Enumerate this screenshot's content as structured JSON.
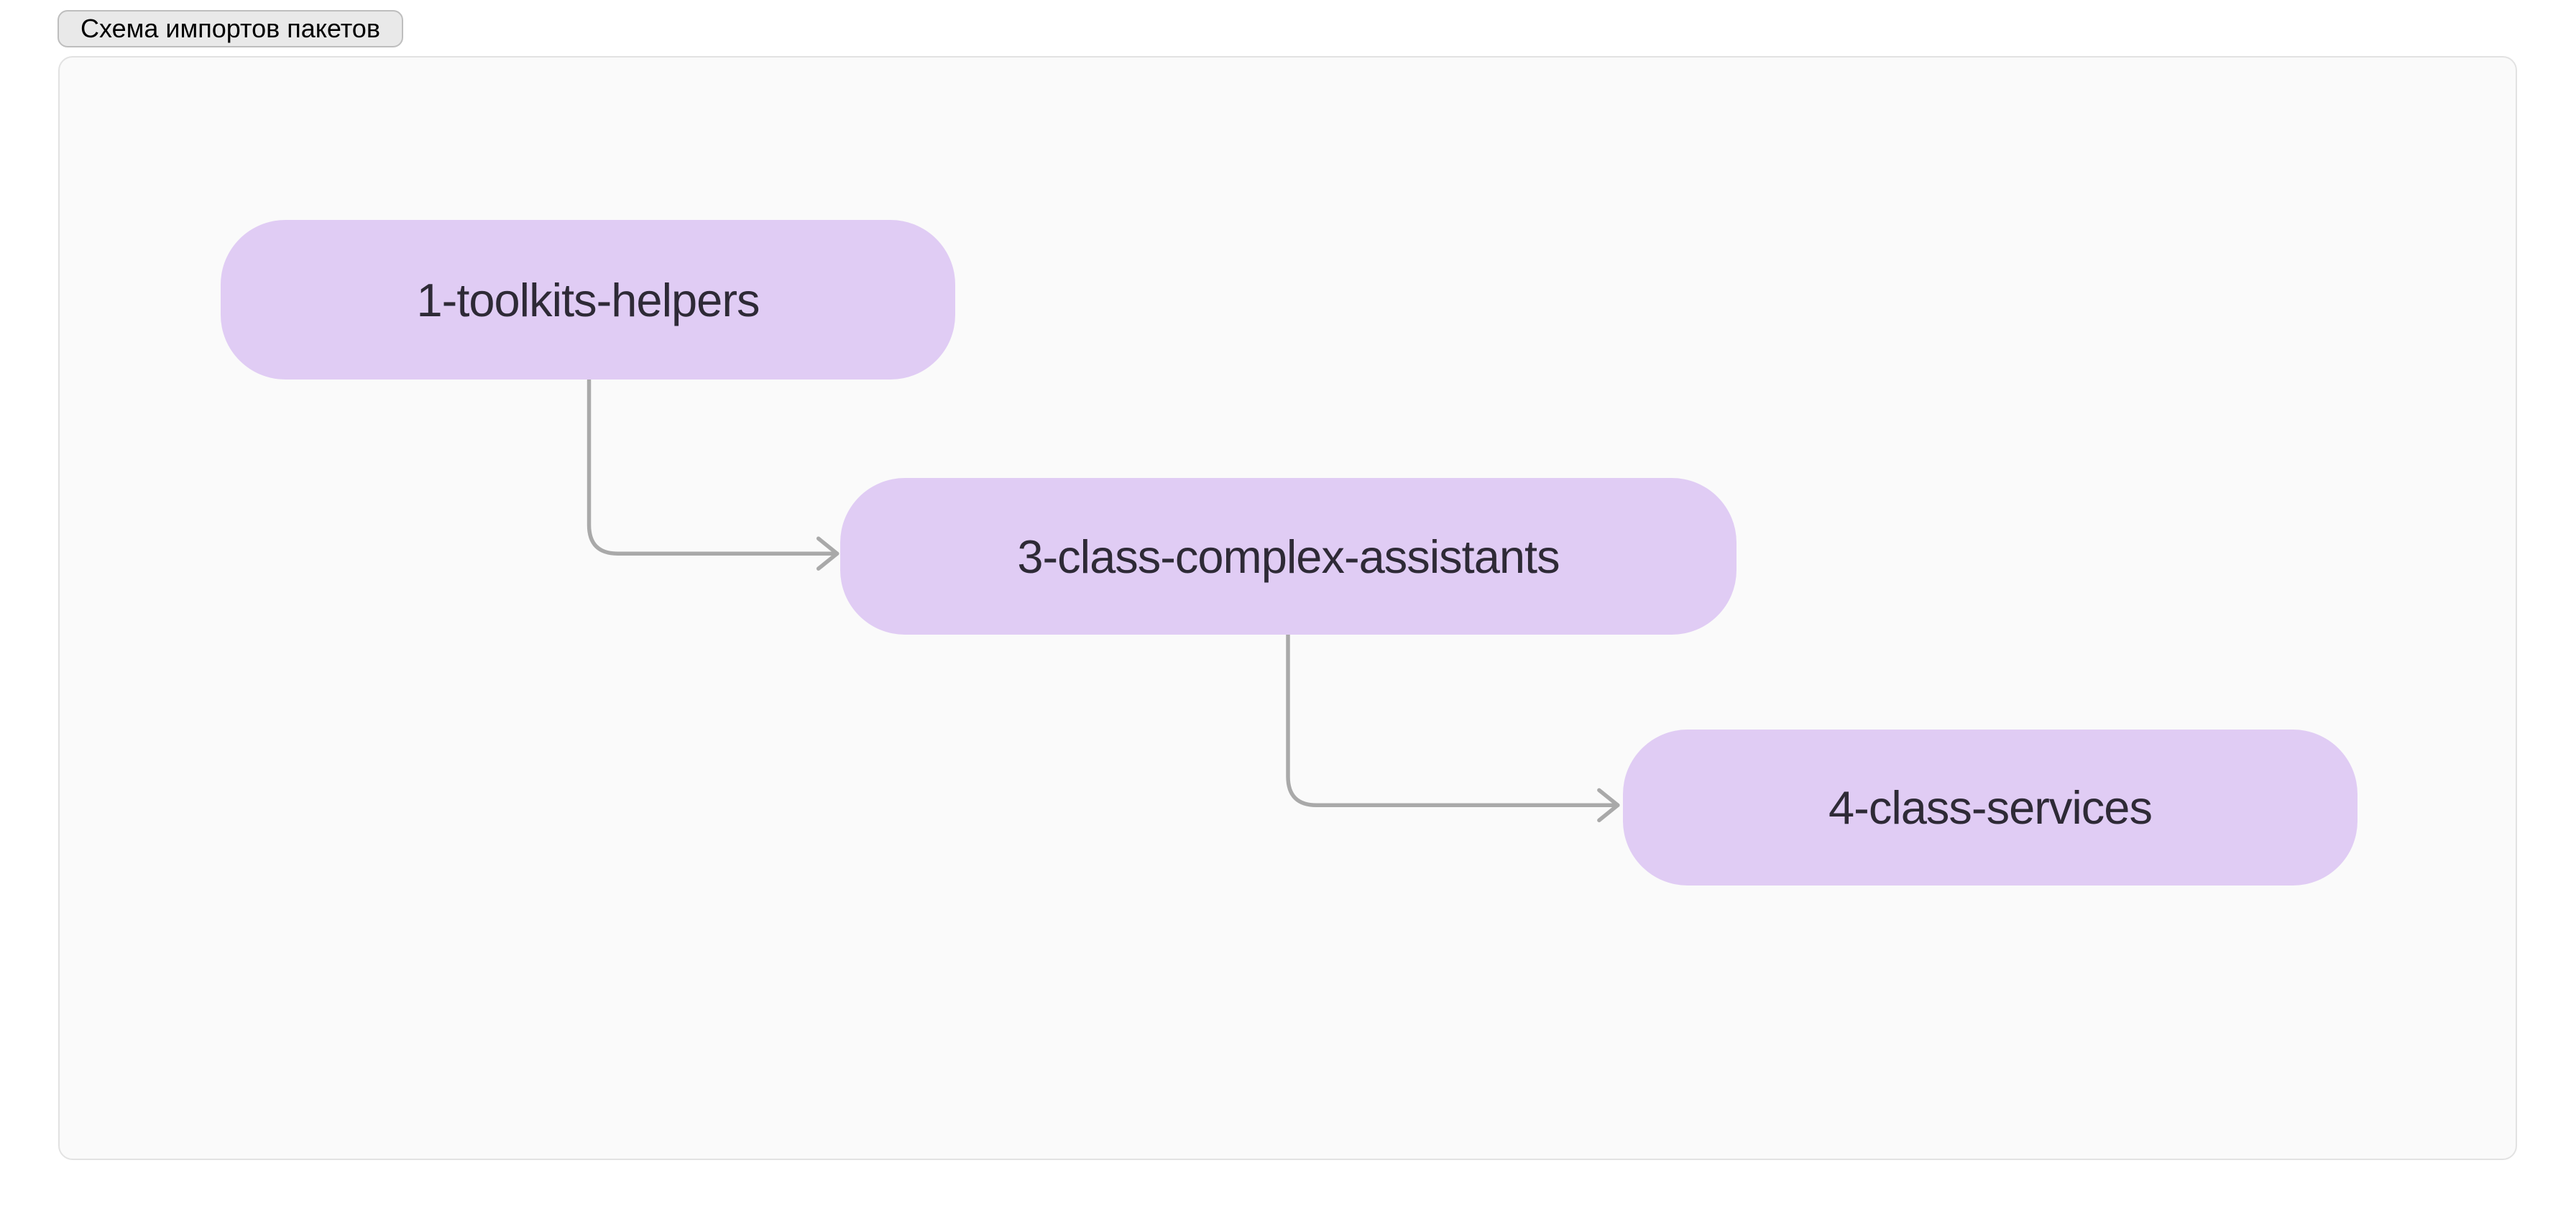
{
  "header": {
    "toggle_label": "Схема импортов пакетов"
  },
  "diagram": {
    "kind": "flowchart",
    "nodes": [
      {
        "id": "1-toolkits-helpers",
        "label": "1-toolkits-helpers"
      },
      {
        "id": "3-class-complex-assistants",
        "label": "3-class-complex-assistants"
      },
      {
        "id": "4-class-services",
        "label": "4-class-services"
      }
    ],
    "edges": [
      {
        "from": "1-toolkits-helpers",
        "to": "3-class-complex-assistants",
        "style": "elbow-down-right-arrow"
      },
      {
        "from": "3-class-complex-assistants",
        "to": "4-class-services",
        "style": "elbow-down-right-arrow"
      }
    ],
    "colors": {
      "node_fill": "#E0CCF4",
      "node_text": "#2E2A36",
      "edge_stroke": "#A9A9A9",
      "panel_background": "#FAFAFA",
      "panel_border": "#E2E2E2",
      "page_background": "#FFFFFF",
      "button_background": "#E9E9E9",
      "button_border": "#BEBEBE",
      "button_text": "#000000"
    }
  }
}
